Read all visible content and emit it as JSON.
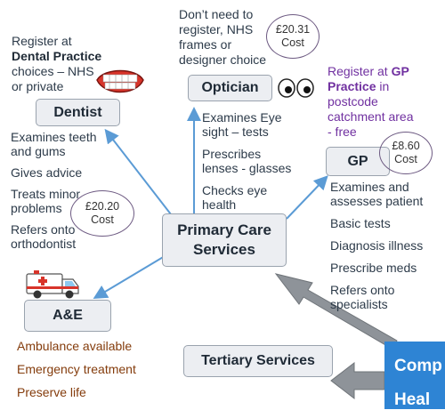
{
  "colors": {
    "box_fill": "#eceef2",
    "box_border": "#9aa3ae",
    "arrow_blue": "#5b9bd5",
    "big_arrow_gray": "#8e9399",
    "text_dark": "#2d3b4a",
    "purple": "#7030a0",
    "brown": "#843c0c",
    "panel_blue": "#2e84d4"
  },
  "center": {
    "line1": "Primary Care",
    "line2": "Services"
  },
  "dentist": {
    "title": "Dentist",
    "register": {
      "line1": "Register at",
      "bold": "Dental Practice",
      "line3": "choices – NHS",
      "line4": "or private"
    },
    "bullets": [
      "Examines teeth",
      "and gums",
      "Gives advice",
      "Treats minor",
      "problems",
      "Refers onto",
      "orthodontist"
    ],
    "cost": {
      "amount": "£20.20",
      "label": "Cost"
    },
    "icon": "teeth-icon"
  },
  "optician": {
    "title": "Optician",
    "note": [
      "Don’t need to",
      "register, NHS",
      "frames or",
      "designer choice"
    ],
    "cost": {
      "amount": "£20.31",
      "label": "Cost"
    },
    "bullets": [
      "Examines Eye",
      "sight – tests",
      "Prescribes",
      "lenses - glasses",
      "Checks eye",
      "health"
    ],
    "icon": "eyes-icon"
  },
  "gp": {
    "title": "GP",
    "register": {
      "prefix": "Register at ",
      "bold1": "GP",
      "bold2": "Practice",
      "rest": " in",
      "line3": "postcode",
      "line4": "catchment area",
      "line5": "- free"
    },
    "cost": {
      "amount": "£8.60",
      "label": "Cost"
    },
    "bullets": [
      "Examines and",
      "assesses patient",
      "Basic tests",
      "Diagnosis illness",
      "Prescribe meds",
      "Refers onto",
      "specialists"
    ]
  },
  "ae": {
    "title": "A&E",
    "bullets": [
      "Ambulance available",
      "Emergency treatment",
      "Preserve life"
    ],
    "icon": "ambulance-icon"
  },
  "tertiary": {
    "title": "Tertiary Services"
  },
  "panel": {
    "line1": "Comp",
    "line2": "Heal"
  }
}
